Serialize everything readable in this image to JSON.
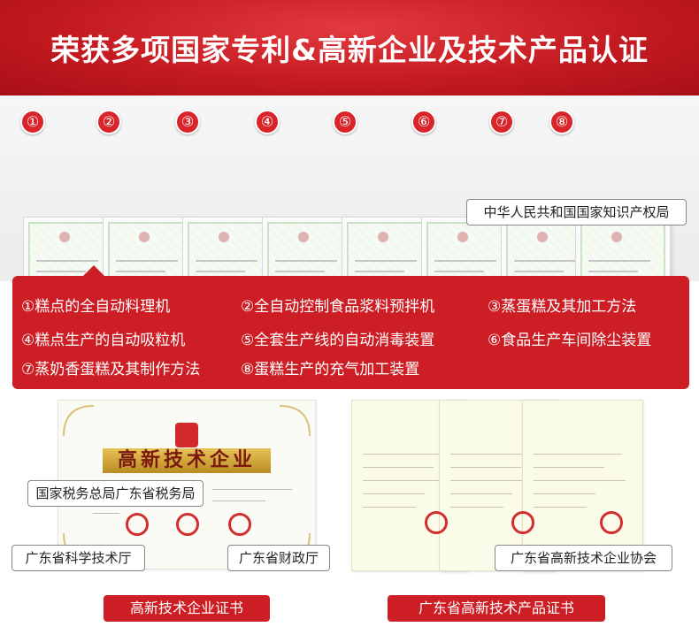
{
  "header": {
    "title": "荣获多项国家专利&高新企业及技术产品认证"
  },
  "patents": {
    "numbers": [
      "①",
      "②",
      "③",
      "④",
      "⑤",
      "⑥",
      "⑦",
      "⑧"
    ],
    "authority_callout": "中华人民共和国国家知识产权局"
  },
  "patent_list": [
    "①糕点的全自动料理机",
    "②全自动控制食品浆料预拌机",
    "③蒸蛋糕及其加工方法",
    "④糕点生产的自动吸粒机",
    "⑤全套生产线的自动消毒装置",
    "⑥食品生产车间除尘装置",
    "⑦蒸奶香蛋糕及其制作方法",
    "⑧蛋糕生产的充气加工装置"
  ],
  "high_tech_cert": {
    "title": "高新技术企业",
    "callout_tax": "国家税务总局广东省税务局",
    "callout_science": "广东省科学技术厅",
    "callout_finance": "广东省财政厅",
    "button": "高新技术企业证书"
  },
  "product_cert": {
    "callout_assoc": "广东省高新技术企业协会",
    "button": "广东省高新技术产品证书"
  }
}
